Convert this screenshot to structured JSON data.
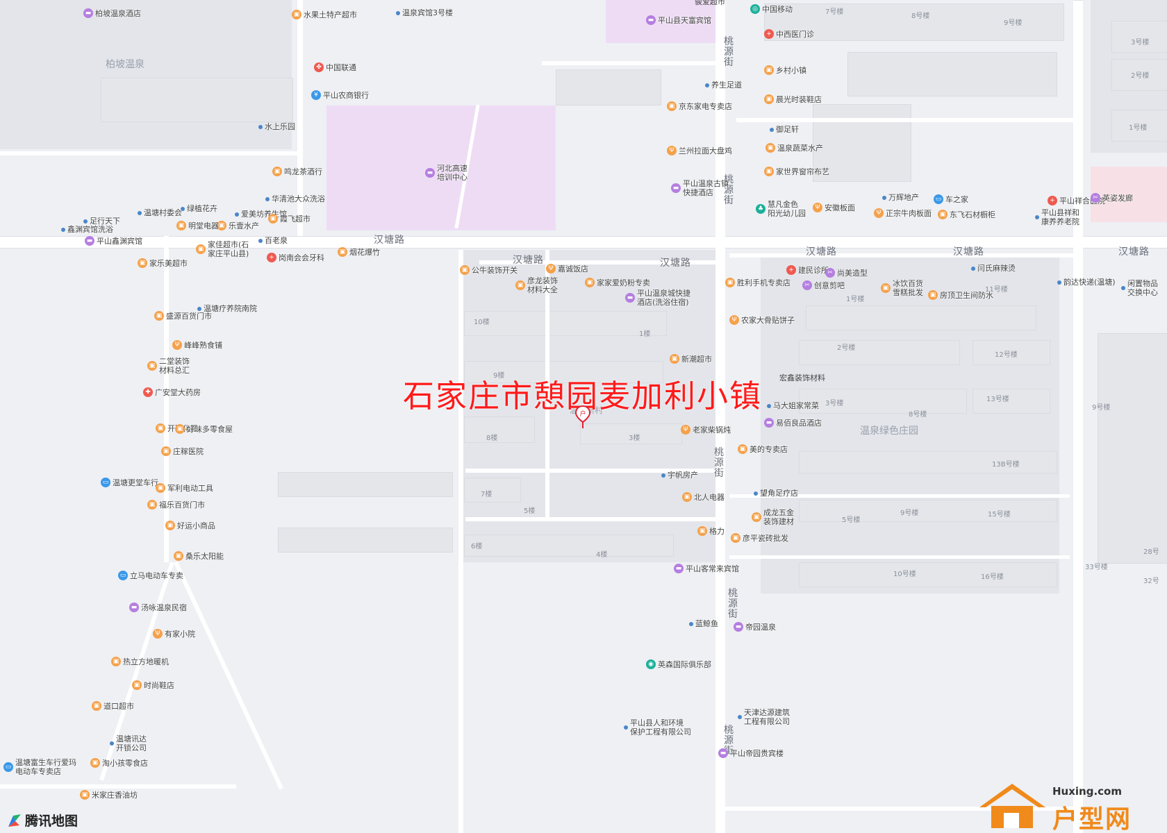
{
  "headline": "石家庄市憩园麦加利小镇",
  "colors": {
    "orange": "#f5a14a",
    "purple": "#b57ee0",
    "blue": "#3a98e8",
    "red": "#ef5a50",
    "green": "#1bb09a",
    "dot": "#4a86c8",
    "headline": "#ff1a1a"
  },
  "areas": [
    "柏坡温泉",
    "温泉绿色庄园"
  ],
  "streets": {
    "hantang": [
      "汉塘路",
      "汉塘路",
      "汉塘路",
      "汉塘路",
      "汉塘路",
      "汉塘路"
    ],
    "taoyuan": [
      "桃\n源\n街",
      "桃\n源\n街",
      "桃\n源\n街",
      "桃\n源\n街",
      "桃\n源\n街"
    ]
  },
  "buildings": [
    "7号楼",
    "8号楼",
    "9号楼",
    "3号楼",
    "2号楼",
    "1号楼",
    "10楼",
    "1楼",
    "9楼",
    "8楼",
    "3楼",
    "7楼",
    "5楼",
    "6楼",
    "4楼",
    "11号楼",
    "1号楼",
    "2号楼",
    "12号楼",
    "3号楼",
    "13号楼",
    "8号楼",
    "13B号楼",
    "5号楼",
    "9号楼",
    "15号楼",
    "10号楼",
    "16号楼",
    "9号楼",
    "28号",
    "33号楼",
    "32号"
  ],
  "partial_text": {
    "top1": "骏爱超市",
    "estate": "温泉新村",
    "kaiyuan": "宏鑫装饰材料"
  },
  "pois": [
    {
      "name": "柏坡温泉酒店",
      "icon": "hotel-icon"
    },
    {
      "name": "水果土特产超市",
      "icon": "shop-icon"
    },
    {
      "name": "温泉宾馆3号楼",
      "icon": "dot-icon"
    },
    {
      "name": "平山县天富宾馆",
      "icon": "hotel-icon"
    },
    {
      "name": "中国移动",
      "icon": "mobile-icon"
    },
    {
      "name": "中西医门诊",
      "icon": "clinic-icon"
    },
    {
      "name": "中国联通",
      "icon": "unicom-icon"
    },
    {
      "name": "平山农商银行",
      "icon": "bank-icon"
    },
    {
      "name": "养生足道",
      "icon": "dot-icon"
    },
    {
      "name": "乡村小镇",
      "icon": "shop-icon"
    },
    {
      "name": "京东家电专卖店",
      "icon": "shop-icon"
    },
    {
      "name": "晨光时装鞋店",
      "icon": "shop-icon"
    },
    {
      "name": "水上乐园",
      "icon": "dot-icon"
    },
    {
      "name": "河北高速\n培训中心",
      "icon": "hotel-icon"
    },
    {
      "name": "御足轩",
      "icon": "dot-icon"
    },
    {
      "name": "温泉蔬菜水产",
      "icon": "shop-icon"
    },
    {
      "name": "兰州拉面大盘鸡",
      "icon": "food-icon"
    },
    {
      "name": "家世界窗帘布艺",
      "icon": "shop-icon"
    },
    {
      "name": "鸣龙茶酒行",
      "icon": "shop-icon"
    },
    {
      "name": "平山温泉古镇\n快捷酒店",
      "icon": "hotel-icon"
    },
    {
      "name": "华清池大众洗浴",
      "icon": "dot-icon"
    },
    {
      "name": "足行天下",
      "icon": "dot-icon"
    },
    {
      "name": "绿植花卉",
      "icon": "dot-icon"
    },
    {
      "name": "爱美坊养生馆",
      "icon": "dot-icon"
    },
    {
      "name": "万辉地产",
      "icon": "dot-icon"
    },
    {
      "name": "车之家",
      "icon": "car-icon"
    },
    {
      "name": "平山祥合医院",
      "icon": "clinic-icon"
    },
    {
      "name": "英姿发廊",
      "icon": "salon-icon"
    },
    {
      "name": "温塘村委会",
      "icon": "dot-icon"
    },
    {
      "name": "乐壹水产",
      "icon": "shop-icon"
    },
    {
      "name": "霞飞超市",
      "icon": "shop-icon"
    },
    {
      "name": "慧凡金色\n阳光幼儿园",
      "icon": "school-icon"
    },
    {
      "name": "安徽板面",
      "icon": "food-icon"
    },
    {
      "name": "正宗牛肉板面",
      "icon": "food-icon"
    },
    {
      "name": "东飞石材橱柜",
      "icon": "shop-icon"
    },
    {
      "name": "平山县祥和\n康养养老院",
      "icon": "dot-icon"
    },
    {
      "name": "鑫渊宾馆洗浴",
      "icon": "dot-icon"
    },
    {
      "name": "明堂电器",
      "icon": "shop-icon"
    },
    {
      "name": "平山鑫渊宾馆",
      "icon": "hotel-icon"
    },
    {
      "name": "百老泉",
      "icon": "dot-icon"
    },
    {
      "name": "家佳超市(石\n家庄平山县)",
      "icon": "shop-icon"
    },
    {
      "name": "岗南会会牙科",
      "icon": "clinic-icon"
    },
    {
      "name": "烟花爆竹",
      "icon": "shop-icon"
    },
    {
      "name": "家乐美超市",
      "icon": "shop-icon"
    },
    {
      "name": "公牛装饰开关",
      "icon": "shop-icon"
    },
    {
      "name": "嘉诚饭店",
      "icon": "food-icon"
    },
    {
      "name": "彦龙装饰\n材料大全",
      "icon": "shop-icon"
    },
    {
      "name": "家家爱奶粉专卖",
      "icon": "shop-icon"
    },
    {
      "name": "平山温泉城快捷\n酒店(洗浴住宿)",
      "icon": "hotel-icon"
    },
    {
      "name": "建民诊所",
      "icon": "clinic-icon"
    },
    {
      "name": "胜利手机专卖店",
      "icon": "shop-icon"
    },
    {
      "name": "尚美造型",
      "icon": "salon-icon"
    },
    {
      "name": "创意剪吧",
      "icon": "salon-icon"
    },
    {
      "name": "冰饮百货\n雪糕批发",
      "icon": "shop-icon"
    },
    {
      "name": "闫氏麻辣烫",
      "icon": "dot-icon"
    },
    {
      "name": "房顶卫生间防水",
      "icon": "shop-icon"
    },
    {
      "name": "韵达快递(温塘)",
      "icon": "dot-icon"
    },
    {
      "name": "闲置物品\n交换中心",
      "icon": "dot-icon"
    },
    {
      "name": "温塘疗养院南院",
      "icon": "dot-icon"
    },
    {
      "name": "盛源百货门市",
      "icon": "shop-icon"
    },
    {
      "name": "农家大骨贴饼子",
      "icon": "food-icon"
    },
    {
      "name": "峰峰熟食铺",
      "icon": "food-icon"
    },
    {
      "name": "二堂装饰\n材料总汇",
      "icon": "shop-icon"
    },
    {
      "name": "新潮超市",
      "icon": "shop-icon"
    },
    {
      "name": "广安堂大药房",
      "icon": "pharmacy-icon"
    },
    {
      "name": "马大姐家常菜",
      "icon": "dot-icon"
    },
    {
      "name": "易佰良品酒店",
      "icon": "hotel-icon"
    },
    {
      "name": "老家柴锅炖",
      "icon": "food-icon"
    },
    {
      "name": "开磷化肥",
      "icon": "shop-icon"
    },
    {
      "name": "好味多零食屋",
      "icon": "shop-icon"
    },
    {
      "name": "庄稼医院",
      "icon": "shop-icon"
    },
    {
      "name": "美的专卖店",
      "icon": "shop-icon"
    },
    {
      "name": "温塘更堂车行",
      "icon": "car-icon"
    },
    {
      "name": "宇帆房产",
      "icon": "dot-icon"
    },
    {
      "name": "军利电动工具",
      "icon": "shop-icon"
    },
    {
      "name": "北人电器",
      "icon": "shop-icon"
    },
    {
      "name": "望角足疗店",
      "icon": "dot-icon"
    },
    {
      "name": "福乐百货门市",
      "icon": "shop-icon"
    },
    {
      "name": "成龙五金\n装饰建材",
      "icon": "shop-icon"
    },
    {
      "name": "好运小商品",
      "icon": "shop-icon"
    },
    {
      "name": "格力",
      "icon": "shop-icon"
    },
    {
      "name": "彦平瓷砖批发",
      "icon": "shop-icon"
    },
    {
      "name": "桑乐太阳能",
      "icon": "shop-icon"
    },
    {
      "name": "平山客常来宾馆",
      "icon": "hotel-icon"
    },
    {
      "name": "立马电动车专卖",
      "icon": "car-icon"
    },
    {
      "name": "汤咏温泉民宿",
      "icon": "hotel-icon"
    },
    {
      "name": "蓝鲸鱼",
      "icon": "dot-icon"
    },
    {
      "name": "帝园温泉",
      "icon": "hotel-icon"
    },
    {
      "name": "有家小院",
      "icon": "food-icon"
    },
    {
      "name": "英森国际俱乐部",
      "icon": "club-icon"
    },
    {
      "name": "热立方地暖机",
      "icon": "shop-icon"
    },
    {
      "name": "时尚鞋店",
      "icon": "shop-icon"
    },
    {
      "name": "道口超市",
      "icon": "shop-icon"
    },
    {
      "name": "天津达源建筑\n工程有限公司",
      "icon": "dot-icon"
    },
    {
      "name": "平山县人和环境\n保护工程有限公司",
      "icon": "dot-icon"
    },
    {
      "name": "温塘讯达\n开锁公司",
      "icon": "dot-icon"
    },
    {
      "name": "淘小孩零食店",
      "icon": "shop-icon"
    },
    {
      "name": "温塘富生车行爱玛\n电动车专卖店",
      "icon": "car-icon"
    },
    {
      "name": "平山帝园贵宾楼",
      "icon": "hotel-icon"
    },
    {
      "name": "米家庄香油坊",
      "icon": "shop-icon"
    }
  ],
  "logos": {
    "tencent": "腾讯地图",
    "huxing_url": "Huxing.com",
    "huxing_brand": "户型网"
  }
}
